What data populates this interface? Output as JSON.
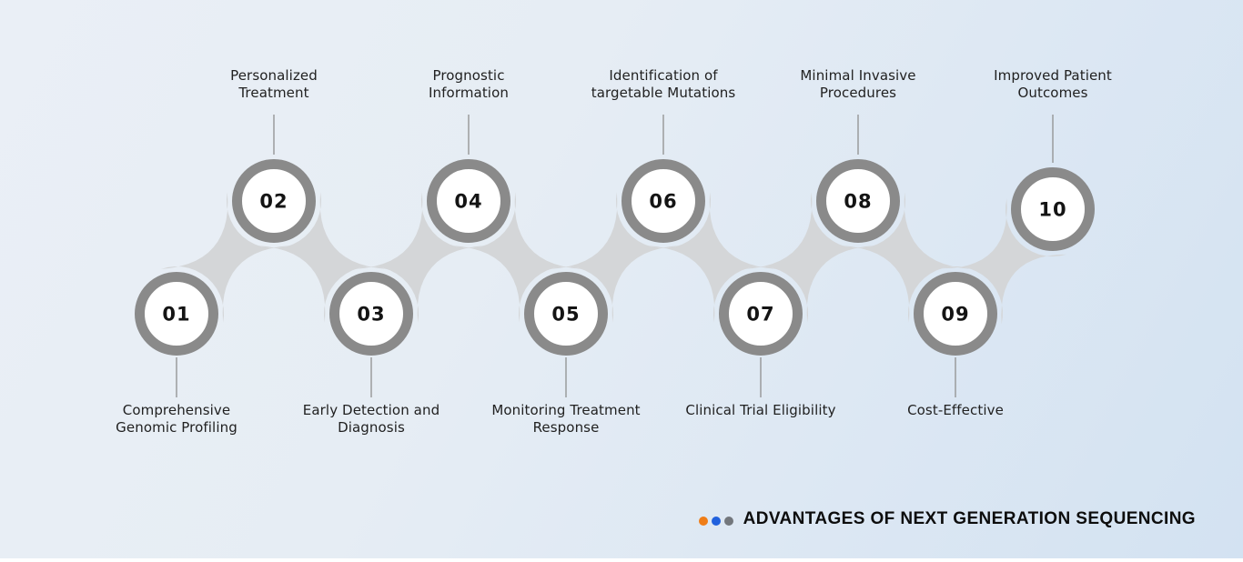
{
  "title": {
    "text": "ADVANTAGES OF NEXT GENERATION SEQUENCING",
    "dot_colors": [
      "#ef7d17",
      "#2161dd",
      "#73777c"
    ]
  },
  "colors": {
    "background_start": "#eaeff6",
    "background_end": "#d3e2f2",
    "band": "#d4d6d8",
    "ring": "#8a8a8a",
    "circle_fill": "#ffffff",
    "number_text": "#141414",
    "label_text": "#212121",
    "connector_line": "#8f8f8f",
    "title_text": "#0d0d0d"
  },
  "items": [
    {
      "number": "01",
      "label_lines": [
        "Comprehensive",
        "Genomic Profiling"
      ]
    },
    {
      "number": "02",
      "label_lines": [
        "Personalized",
        "Treatment"
      ]
    },
    {
      "number": "03",
      "label_lines": [
        "Early Detection and",
        "Diagnosis"
      ]
    },
    {
      "number": "04",
      "label_lines": [
        "Prognostic",
        "Information"
      ]
    },
    {
      "number": "05",
      "label_lines": [
        "Monitoring Treatment",
        "Response"
      ]
    },
    {
      "number": "06",
      "label_lines": [
        "Identification of",
        "targetable Mutations"
      ]
    },
    {
      "number": "07",
      "label_lines": [
        "Clinical Trial Eligibility"
      ]
    },
    {
      "number": "08",
      "label_lines": [
        "Minimal Invasive",
        "Procedures"
      ]
    },
    {
      "number": "09",
      "label_lines": [
        "Cost-Effective"
      ]
    },
    {
      "number": "10",
      "label_lines": [
        "Improved Patient",
        "Outcomes"
      ]
    }
  ]
}
